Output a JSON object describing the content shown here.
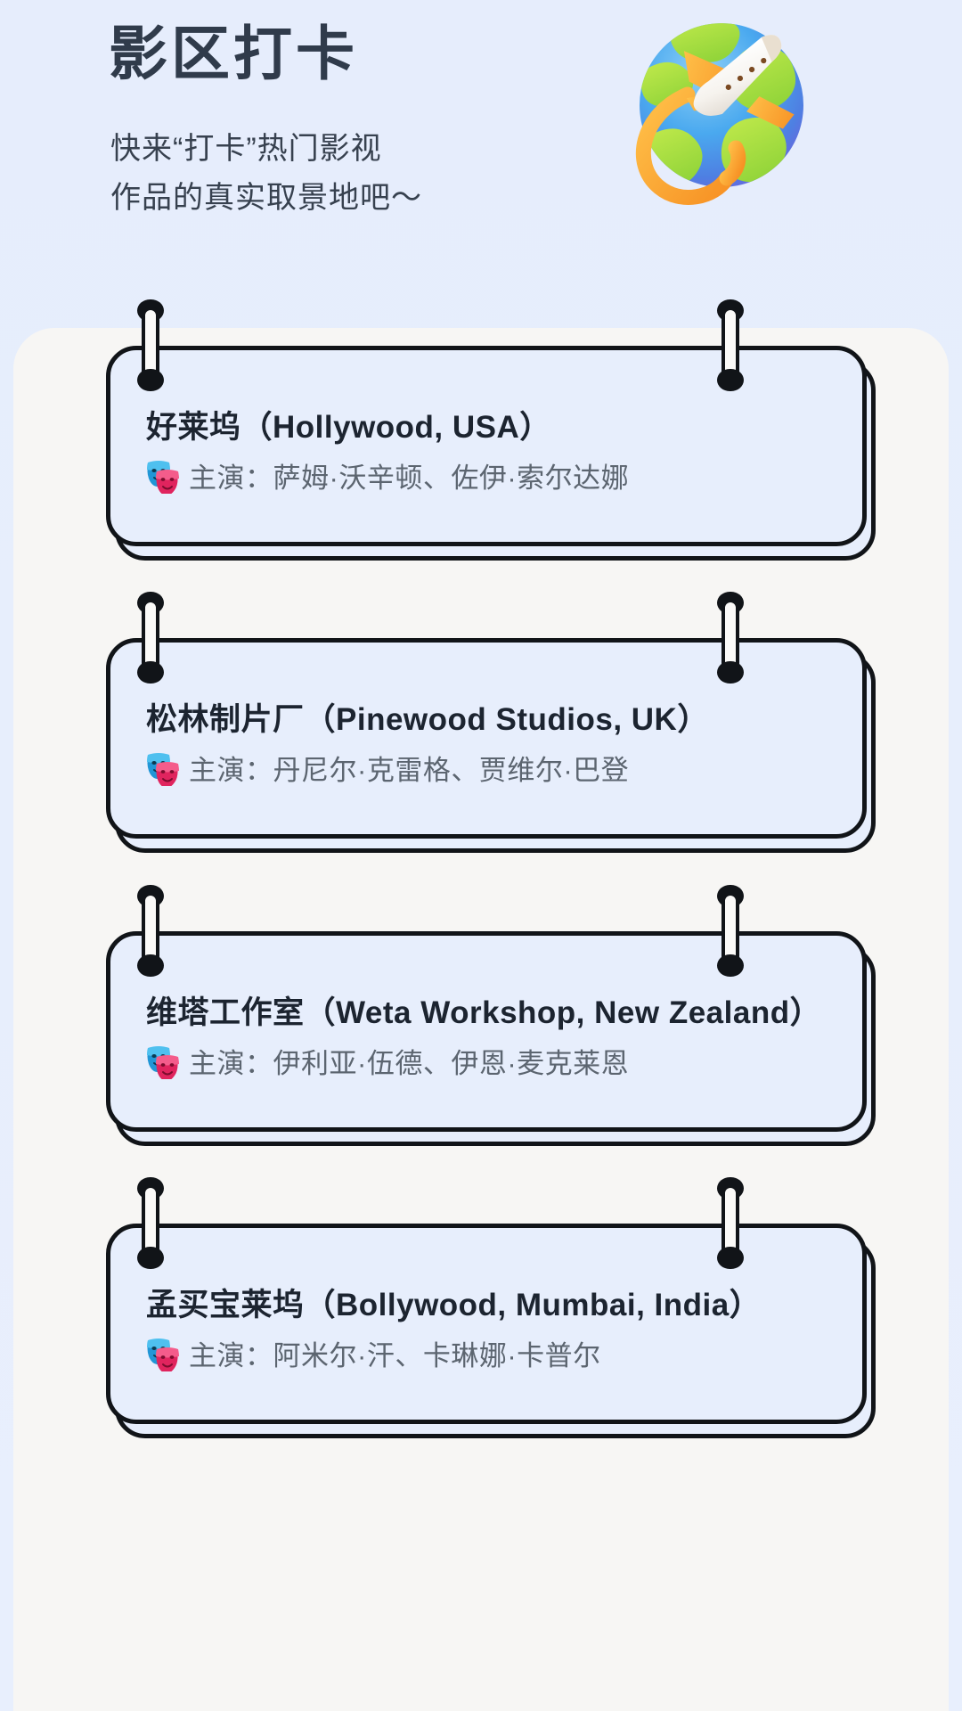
{
  "header": {
    "title": "影区打卡",
    "subtitle_lines": [
      "快来“打卡”热门影视",
      "作品的真实取景地吧～"
    ],
    "illustration": "globe-with-airplane-illustration"
  },
  "colors": {
    "page_background": "#e7eefc",
    "panel_background": "#f7f6f4",
    "card_background": "#e7eefc",
    "card_border": "#111418",
    "title_text": "#303b4b",
    "card_title_text": "#1c2430",
    "cast_text": "#5c6570"
  },
  "cards": [
    {
      "title": "好莱坞（Hollywood, USA）",
      "cast_icon": "theater-masks-icon",
      "cast": "主演：萨姆·沃辛顿、佐伊·索尔达娜"
    },
    {
      "title": "松林制片厂（Pinewood Studios, UK）",
      "cast_icon": "theater-masks-icon",
      "cast": "主演：丹尼尔·克雷格、贾维尔·巴登"
    },
    {
      "title": "维塔工作室（Weta Workshop, New Zealand）",
      "cast_icon": "theater-masks-icon",
      "cast": "主演：伊利亚·伍德、伊恩·麦克莱恩"
    },
    {
      "title": "孟买宝莱坞（Bollywood, Mumbai, India）",
      "cast_icon": "theater-masks-icon",
      "cast": "主演：阿米尔·汗、卡琳娜·卡普尔"
    }
  ]
}
